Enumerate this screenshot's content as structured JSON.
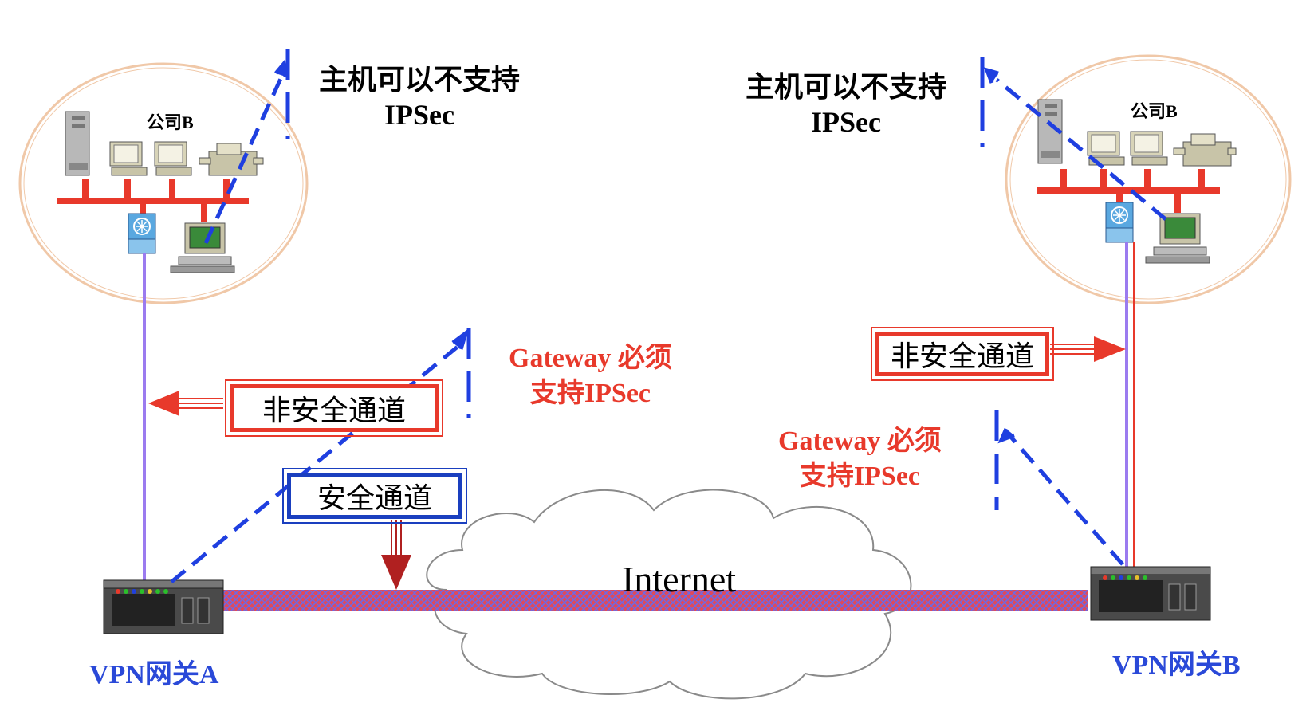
{
  "colors": {
    "red": "#e8392b",
    "blue": "#1f3fe0",
    "darkblue": "#1a3fbf",
    "purple": "#9b7bef",
    "darkred": "#b02020",
    "circle": "#f0c8a8",
    "label_blue": "#2a49d8"
  },
  "left_site": {
    "company_label": "公司B",
    "host_note_line1": "主机可以不支持",
    "host_note_line2": "IPSec",
    "icons": [
      "server-icon",
      "workstation-icon",
      "workstation-icon",
      "printer-icon",
      "firewall-icon",
      "pc-icon"
    ]
  },
  "right_site": {
    "company_label": "公司B",
    "host_note_line1": "主机可以不支持",
    "host_note_line2": "IPSec",
    "icons": [
      "server-icon",
      "workstation-icon",
      "workstation-icon",
      "printer-icon",
      "firewall-icon",
      "pc-icon"
    ]
  },
  "gateway_note": {
    "line1": "Gateway 必须",
    "line2": "支持IPSec"
  },
  "channels": {
    "insecure": "非安全通道",
    "secure": "安全通道"
  },
  "internet_label": "Internet",
  "gateways": {
    "a_label": "VPN网关A",
    "b_label": "VPN网关B"
  }
}
